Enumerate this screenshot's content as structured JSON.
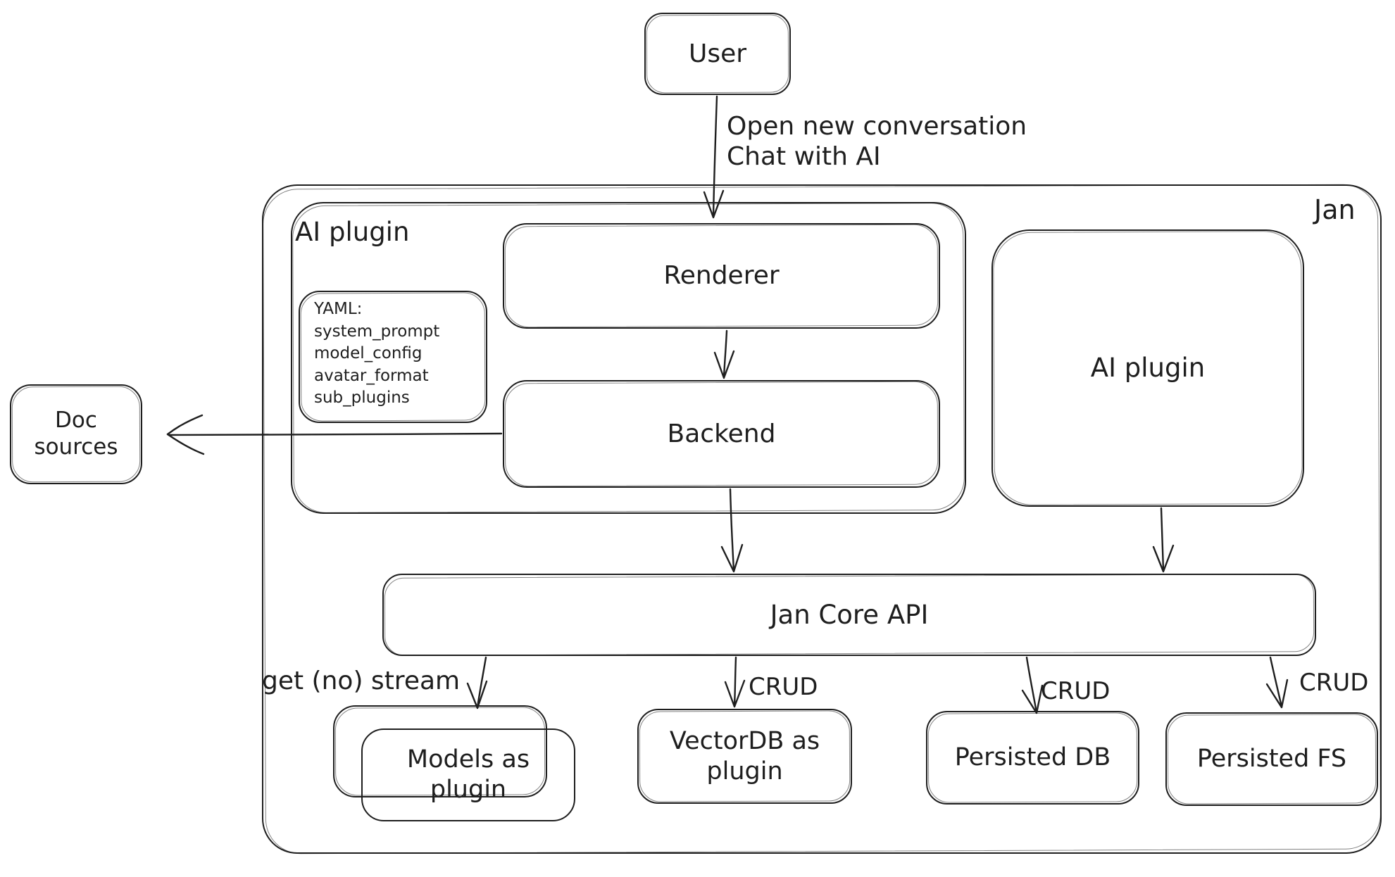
{
  "colors": {
    "stroke": "#1e1e1e",
    "background": "#ffffff"
  },
  "nodes": {
    "user": "User",
    "jan_container": "Jan",
    "ai_plugin_container": "AI plugin",
    "renderer": "Renderer",
    "yaml_note": "YAML:\nsystem_prompt\nmodel_config\navatar_format\nsub_plugins",
    "backend": "Backend",
    "doc_sources": "Doc sources",
    "ai_plugin_right": "AI plugin",
    "jan_core_api": "Jan Core API",
    "models_as_plugin": "Models as\nplugin",
    "vectordb_as_plugin": "VectorDB as\nplugin",
    "persisted_db": "Persisted DB",
    "persisted_fs": "Persisted FS"
  },
  "edge_labels": {
    "user_to_renderer": "Open new conversation\nChat with AI",
    "core_to_models": "get (no) stream",
    "core_to_vectordb": "CRUD",
    "core_to_persisted_db": "CRUD",
    "core_to_persisted_fs": "CRUD"
  }
}
